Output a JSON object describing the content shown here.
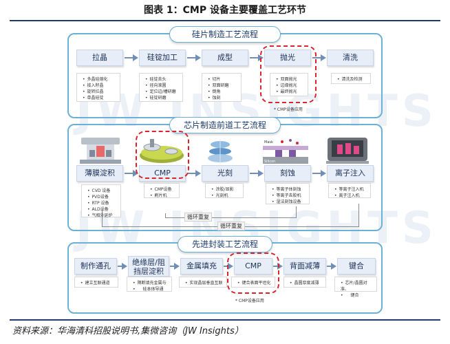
{
  "header": {
    "title": "图表 1：CMP 设备主要覆盖工艺环节"
  },
  "watermark": "JW INSIGHTS",
  "wafer": {
    "title": "硅片制造工艺流程",
    "steps": [
      {
        "label": "拉晶",
        "notes": [
          "多晶硅熔化",
          "接入籽晶",
          "旋转拉晶",
          "单晶硅锭"
        ]
      },
      {
        "label": "硅锭加工",
        "notes": [
          "硅锭去头",
          "径向滚圆",
          "定位边/槽研磨",
          "硅锭研磨"
        ]
      },
      {
        "label": "成型",
        "notes": [
          "切片",
          "双面研磨",
          "倒角",
          "蚀刻"
        ]
      },
      {
        "label": "抛光",
        "notes": [
          "双面抛光",
          "边缘抛光",
          "最终抛光"
        ]
      },
      {
        "label": "清洗",
        "notes": [
          "清洗及检测"
        ]
      }
    ],
    "cmp_note": "* CMP设备应用"
  },
  "frontend": {
    "title": "芯片制造前道工艺流程",
    "steps": [
      {
        "label": "薄膜淀积",
        "notes": [
          "CVD 设备",
          "PVD设备",
          "RTP 设备",
          "ALD设备",
          "气相外延炉"
        ]
      },
      {
        "label": "CMP",
        "notes": [
          "CMP设备",
          "刷片机"
        ]
      },
      {
        "label": "光刻",
        "notes": [
          "涂胶/显影",
          "光刻机"
        ]
      },
      {
        "label": "刻蚀",
        "notes": [
          "等离子体刻蚀",
          "等离子去胶机",
          "湿法刻蚀设备"
        ]
      },
      {
        "label": "离子注入",
        "notes": [
          "等离子注入机",
          "离子注入机"
        ]
      }
    ],
    "mask_label": "Mask",
    "silicon_label": "Silicon",
    "cycle_labels": [
      "循环重复",
      "循环重复"
    ]
  },
  "packaging": {
    "title": "先进封装工艺流程",
    "steps": [
      {
        "label": "制作通孔",
        "notes": [
          "建立互联通道"
        ]
      },
      {
        "label": "绝缘层/阻挡层淀积",
        "label_lines": [
          "绝缘层/阻",
          "挡层淀积"
        ],
        "notes": [
          "隔断填充金属与",
          "硅本体导通"
        ]
      },
      {
        "label": "金属填充",
        "notes": [
          "实现晶层垂直互联"
        ]
      },
      {
        "label": "CMP",
        "notes": [
          "键合表面平坦化"
        ]
      },
      {
        "label": "背面减薄",
        "notes": [
          "晶圆厚度减薄"
        ]
      },
      {
        "label": "键合",
        "notes": [
          "芯片/晶圆对准、",
          "键合"
        ]
      }
    ],
    "cmp_note": "* CMP设备应用"
  },
  "footer": {
    "source": "资料来源：华海清科招股说明书,集微咨询（JW Insights）"
  },
  "colors": {
    "accent_red": "#d9232e",
    "panel_border": "#6bb0d6",
    "step_fill": "#e7eef8"
  }
}
